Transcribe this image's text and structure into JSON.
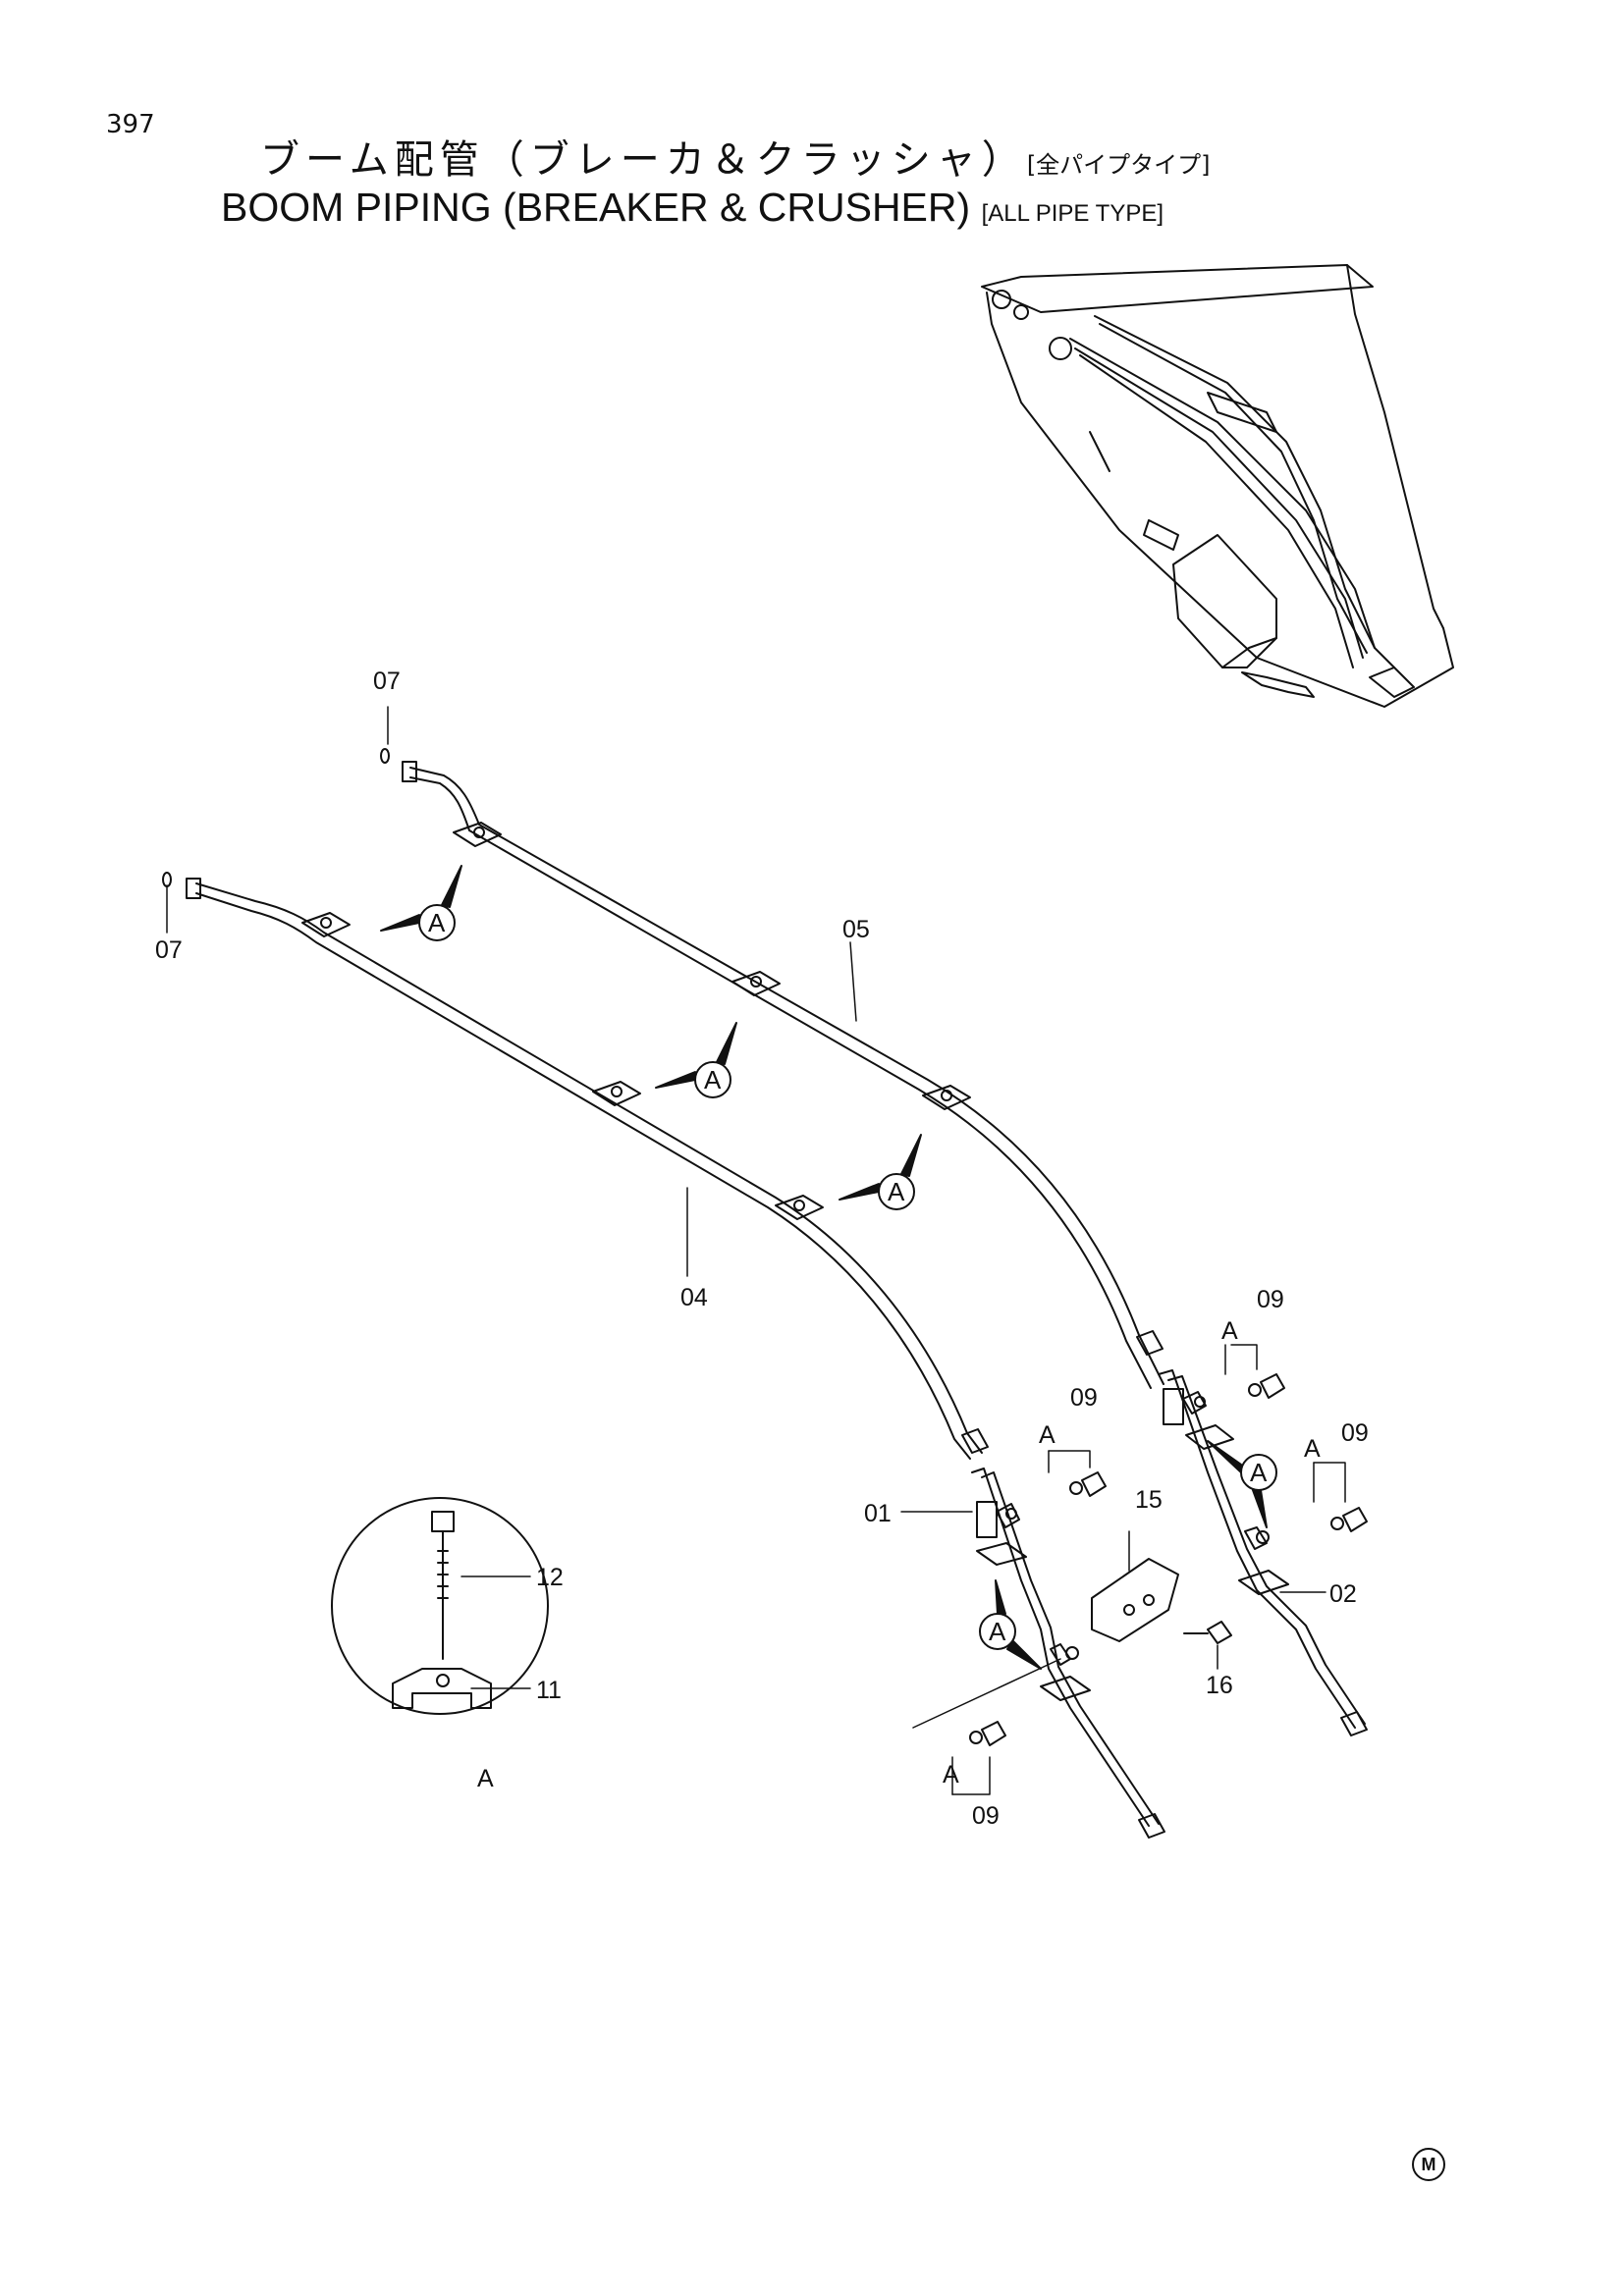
{
  "page_number": "397",
  "title_jp": "ブーム配管（ブレーカ＆クラッシャ）",
  "title_jp_sub": "[全パイプタイプ]",
  "title_en": "BOOM  PIPING  (BREAKER & CRUSHER)",
  "title_en_sub": "[ALL  PIPE  TYPE]",
  "part_labels": {
    "p07_top": "07",
    "p07_left": "07",
    "p05": "05",
    "p04": "04",
    "p01": "01",
    "p02": "02",
    "p09_a": "09",
    "p09_b": "09",
    "p09_c": "09",
    "p09_d": "09",
    "p15": "15",
    "p16": "16",
    "p12": "12",
    "p11": "11"
  },
  "callout_letter": "A",
  "detail_caption": "A",
  "sub_letter": "A",
  "mfr_mark": "M"
}
